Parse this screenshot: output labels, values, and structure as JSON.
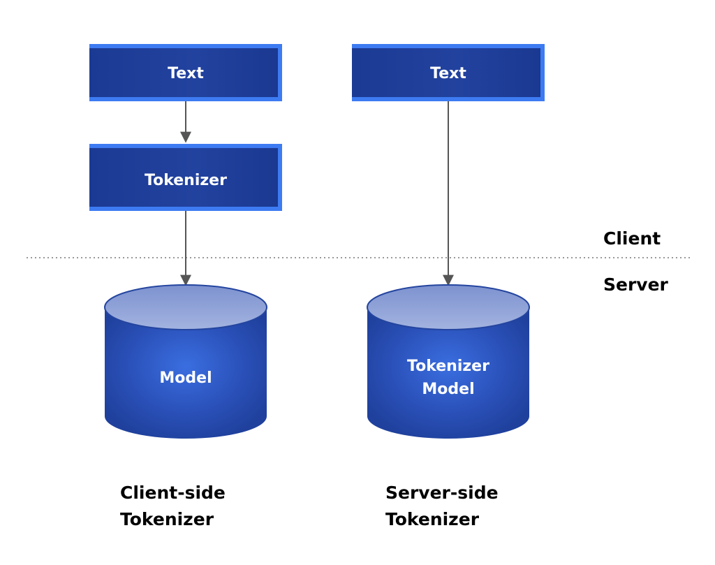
{
  "colors": {
    "box_fill": "#1f3f9a",
    "box_accent": "#3d7bf2",
    "cylinder_fill": "#2a4fb4",
    "cylinder_top": "#8ea2d8",
    "arrow": "#555555",
    "divider": "#777777"
  },
  "client_side": {
    "text_box": {
      "label": "Text"
    },
    "tokenizer_box": {
      "label": "Tokenizer"
    },
    "model_cylinder": {
      "label_lines": [
        "Model"
      ]
    },
    "caption_lines": [
      "Client-side",
      "Tokenizer"
    ]
  },
  "server_side": {
    "text_box": {
      "label": "Text"
    },
    "model_cylinder": {
      "label_lines": [
        "Tokenizer",
        "Model"
      ]
    },
    "caption_lines": [
      "Server-side",
      "Tokenizer"
    ]
  },
  "zones": {
    "client_label": "Client",
    "server_label": "Server"
  }
}
